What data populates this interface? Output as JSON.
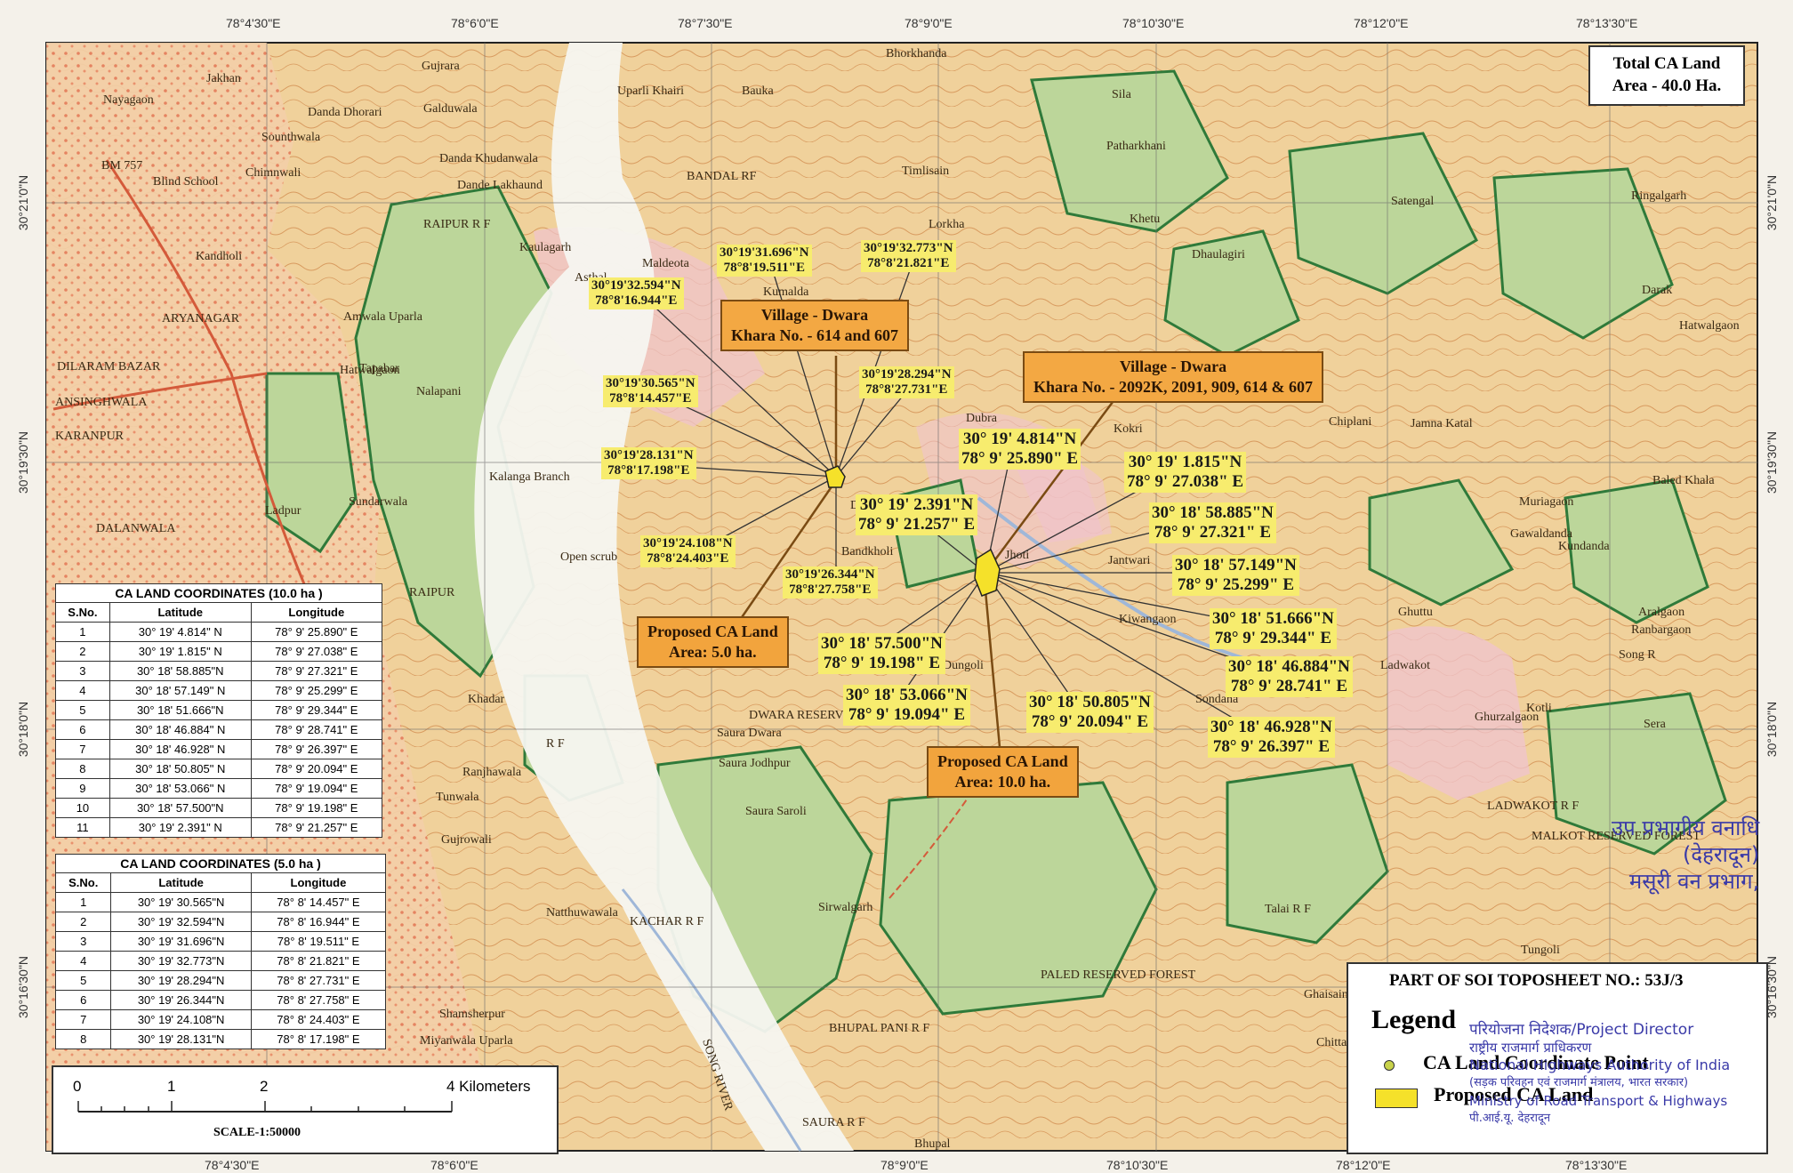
{
  "map": {
    "axis_top": [
      "78°4'30\"E",
      "78°6'0\"E",
      "78°7'30\"E",
      "78°9'0\"E",
      "78°10'30\"E",
      "78°12'0\"E",
      "78°13'30\"E"
    ],
    "axis_bottom": [
      "78°4'30\"E",
      "78°6'0\"E",
      "78°9'0\"E",
      "78°10'30\"E",
      "78°12'0\"E",
      "78°13'30\"E"
    ],
    "axis_left": [
      "30°21'0\"N",
      "30°19'30\"N",
      "30°18'0\"N",
      "30°16'30\"N"
    ],
    "axis_right": [
      "30°21'0\"N",
      "30°19'30\"N",
      "30°18'0\"N",
      "30°16'30\"N"
    ],
    "total_area": [
      "Total CA Land",
      "Area - 40.0 Ha."
    ],
    "callouts": {
      "village1": [
        "Village - Dwara",
        "Khara No. - 614 and 607"
      ],
      "village2": [
        "Village - Dwara",
        "Khara No. - 2092K, 2091, 909, 614 & 607"
      ],
      "proposed5": [
        "Proposed CA Land",
        "Area: 5.0 ha."
      ],
      "proposed10": [
        "Proposed CA Land",
        "Area: 10.0 ha."
      ]
    },
    "point_labels_5ha": [
      [
        "30°19'31.696\"N",
        "78°8'19.511\"E"
      ],
      [
        "30°19'32.773\"N",
        "78°8'21.821\"E"
      ],
      [
        "30°19'32.594\"N",
        "78°8'16.944\"E"
      ],
      [
        "30°19'30.565\"N",
        "78°8'14.457\"E"
      ],
      [
        "30°19'28.294\"N",
        "78°8'27.731\"E"
      ],
      [
        "30°19'28.131\"N",
        "78°8'17.198\"E"
      ],
      [
        "30°19'24.108\"N",
        "78°8'24.403\"E"
      ],
      [
        "30°19'26.344\"N",
        "78°8'27.758\"E"
      ]
    ],
    "point_labels_10ha": [
      [
        "30° 19' 4.814\"N",
        "78° 9' 25.890\" E"
      ],
      [
        "30° 19' 1.815\"N",
        "78° 9' 27.038\" E"
      ],
      [
        "30° 19' 2.391\"N",
        "78° 9' 21.257\" E"
      ],
      [
        "30° 18' 58.885\"N",
        "78° 9' 27.321\" E"
      ],
      [
        "30° 18' 57.149\"N",
        "78° 9' 25.299\" E"
      ],
      [
        "30° 18' 51.666\"N",
        "78° 9' 29.344\" E"
      ],
      [
        "30° 18' 46.884\"N",
        "78° 9' 28.741\" E"
      ],
      [
        "30° 18' 57.500\"N",
        "78° 9' 19.198\" E"
      ],
      [
        "30° 18' 53.066\"N",
        "78° 9' 19.094\" E"
      ],
      [
        "30° 18' 50.805\"N",
        "78° 9' 20.094\" E"
      ],
      [
        "30° 18' 46.928\"N",
        "78° 9' 26.397\" E"
      ]
    ],
    "place_names": [
      "Jakhan",
      "Nayagaon",
      "Gujrara",
      "Danda Dhorari",
      "Galduwala",
      "Sounthwala",
      "Chimnwali",
      "Blind School",
      "BM 757",
      "Danda Khudanwala",
      "Dande Lakhaund",
      "RAIPUR R F",
      "Kandholi",
      "ARYANAGAR",
      "DILARAM BAZAR",
      "ANSINGHWALA",
      "KARANPUR",
      "Amwala Uparla",
      "Hatwalgaon",
      "Tapabar",
      "Nalapani",
      "Ladpur",
      "Sundarwala",
      "DALANWALA",
      "RAIPUR",
      "Kaulagarh",
      "Kalanga Branch",
      "Open scrub",
      "Khadar",
      "R F",
      "Tunwala",
      "Ranjhawala",
      "Gujrowali",
      "Natthuwawala",
      "KACHAR R F",
      "Shamsherpur",
      "Miyanwala Uparla",
      "SONG RIVER",
      "BHUPAL PANI R F",
      "SAURA R F",
      "Bhupal",
      "DWARA RESERVED",
      "Saura Dwara",
      "Saura Jodhpur",
      "Saura Saroli",
      "Sirwalgarh",
      "Uparli Khairi",
      "Bauka",
      "BANDAL RF",
      "Timlisain",
      "Bhorkhanda",
      "Sila",
      "Patharkhani",
      "Lorkha",
      "Kumalda",
      "Asthal",
      "Maldeota",
      "Dubra",
      "Kokri",
      "Dhaulagiri",
      "Khetu",
      "Darak",
      "Satengal",
      "Ringalgarh",
      "Hatwalgaon",
      "Chiplani",
      "Jamna Katal",
      "Muriagaon",
      "Gawaldanda",
      "Kundanda",
      "Ghuttu",
      "Aralgaon",
      "Ranbargaon",
      "Song R",
      "Ghurzalgaon",
      "Kotli",
      "Sera",
      "LADWAKOT R F",
      "Talai R F",
      "Chittaur",
      "Tungoli",
      "Ghaisain",
      "PALED RESERVED FOREST",
      "MALKOT RESERVED FOREST",
      "Sondana",
      "Jantwari",
      "Kiwangaon",
      "Jhoti",
      "Dwara",
      "Bandkholi",
      "Dungoli",
      "Ladwakot",
      "Baled Khala"
    ],
    "table_10ha": {
      "title": "CA LAND COORDINATES (10.0 ha )",
      "headers": [
        "S.No.",
        "Latitude",
        "Longitude"
      ],
      "rows": [
        [
          "1",
          "30° 19' 4.814\" N",
          "78° 9' 25.890\" E"
        ],
        [
          "2",
          "30° 19' 1.815\" N",
          "78° 9' 27.038\" E"
        ],
        [
          "3",
          "30° 18' 58.885\"N",
          "78° 9' 27.321\" E"
        ],
        [
          "4",
          "30° 18' 57.149\" N",
          "78° 9' 25.299\" E"
        ],
        [
          "5",
          "30° 18' 51.666\"N",
          "78° 9' 29.344\" E"
        ],
        [
          "6",
          "30° 18' 46.884\" N",
          "78° 9' 28.741\" E"
        ],
        [
          "7",
          "30° 18' 46.928\" N",
          "78° 9' 26.397\" E"
        ],
        [
          "8",
          "30° 18' 50.805\" N",
          "78° 9' 20.094\" E"
        ],
        [
          "9",
          "30° 18' 53.066\" N",
          "78° 9' 19.094\" E"
        ],
        [
          "10",
          "30° 18' 57.500\"N",
          "78° 9' 19.198\" E"
        ],
        [
          "11",
          "30° 19' 2.391\" N",
          "78° 9' 21.257\" E"
        ]
      ]
    },
    "table_5ha": {
      "title": "CA LAND COORDINATES (5.0 ha )",
      "headers": [
        "S.No.",
        "Latitude",
        "Longitude"
      ],
      "rows": [
        [
          "1",
          "30° 19' 30.565\"N",
          "78° 8' 14.457\" E"
        ],
        [
          "2",
          "30° 19' 32.594\"N",
          "78° 8' 16.944\" E"
        ],
        [
          "3",
          "30° 19' 31.696\"N",
          "78° 8' 19.511\" E"
        ],
        [
          "4",
          "30° 19' 32.773\"N",
          "78° 8' 21.821\" E"
        ],
        [
          "5",
          "30° 19' 28.294\"N",
          "78° 8' 27.731\" E"
        ],
        [
          "6",
          "30° 19' 26.344\"N",
          "78° 8' 27.758\" E"
        ],
        [
          "7",
          "30° 19' 24.108\"N",
          "78° 8' 24.403\" E"
        ],
        [
          "8",
          "30° 19' 28.131\"N",
          "78° 8' 17.198\" E"
        ]
      ]
    },
    "scale": {
      "ticks": [
        "0",
        "1",
        "2",
        "4 Kilometers"
      ],
      "text": "SCALE-1:50000"
    },
    "legend": {
      "sheet": "PART OF SOI TOPOSHEET NO.: 53J/3",
      "title": "Legend",
      "items": [
        "CA Land Coordinate Point",
        "Proposed CA Land"
      ]
    },
    "stamps": {
      "pd": [
        "परियोजना निदेशक/Project Director",
        "राष्ट्रीय राजमार्ग प्राधिकरण",
        "National Highways Authority of India",
        "(सड़क परिवहन एवं राजमार्ग मंत्रालय, भारत सरकार)",
        "Ministry of Road Transport & Highways",
        "पी.आई.यू. देहरादून"
      ],
      "forest": [
        "उप प्रभागीय वनाधि",
        "(देहरादून)",
        "मसूरी वन प्रभाग,"
      ]
    },
    "colors": {
      "map_bg": "#f1d9a6",
      "forest": "#bcd69a",
      "forest_edge": "#2f7a3a",
      "river": "#f0f0ee",
      "label_bg": "#f7ec6e",
      "callout": "#f2a43d",
      "stamp": "#3a3aa8"
    }
  }
}
